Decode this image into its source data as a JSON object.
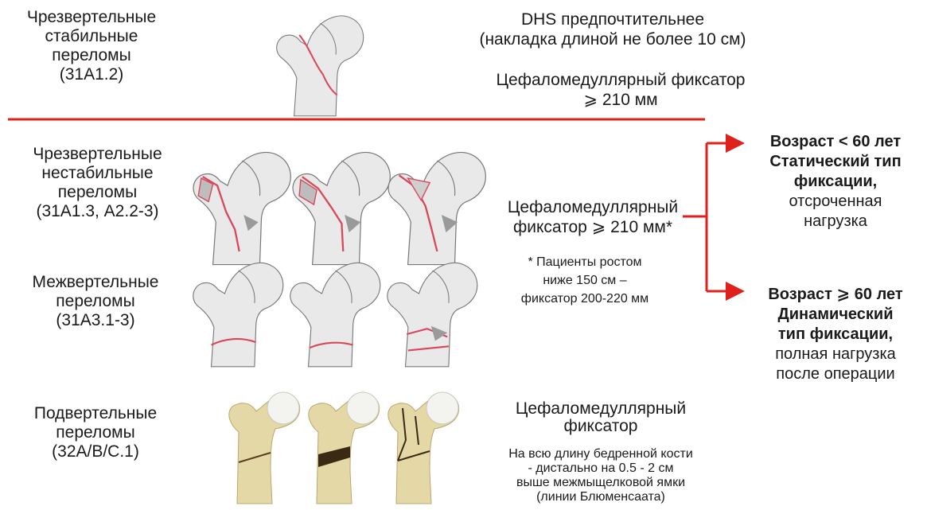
{
  "rows": {
    "stable": {
      "label": [
        "Чрезвертельные",
        "стабильные",
        "переломы",
        "(31А1.2)"
      ],
      "rec1": [
        "DHS предпочтительнее",
        "(накладка длиной не более 10 см)"
      ],
      "rec2": [
        "Цефаломедуллярный фиксатор",
        "⩾ 210 мм"
      ]
    },
    "unstable": {
      "label": [
        "Чрезвертельные",
        "нестабильные",
        "переломы",
        "(31А1.3, А2.2-3)"
      ]
    },
    "intertrochanteric": {
      "label": [
        "Межвертельные",
        "переломы",
        "(31А3.1-3)"
      ]
    },
    "middle_rec": {
      "main": [
        "Цефаломедуллярный",
        "фиксатор ⩾ 210 мм*"
      ],
      "note": [
        "* Пациенты ростом",
        "ниже 150 см –",
        "фиксатор 200-220 мм"
      ]
    },
    "subtrochanteric": {
      "label": [
        "Подвертельные",
        "переломы",
        "(32А/В/С.1)"
      ],
      "rec_title": [
        "Цефаломедуллярный",
        "фиксатор"
      ],
      "rec_note": [
        "На всю длину бедренной кости",
        "- дистально на 0.5 - 2 см",
        "выше межмыщелковой ямки",
        "(линии Блюменсаата)"
      ]
    }
  },
  "outcomes": {
    "under60": {
      "bold": [
        "Возраст < 60 лет",
        "Статический тип",
        "фиксации,"
      ],
      "normal": [
        "отсроченная",
        "нагрузка"
      ]
    },
    "over60": {
      "bold": [
        "Возраст ⩾ 60 лет",
        "Динамический",
        "тип фиксации,"
      ],
      "normal": [
        "полная нагрузка",
        "после операции"
      ]
    }
  },
  "colors": {
    "accent": "#e0201b",
    "bone_fill": "#e9e9e9",
    "bone_stroke": "#777777",
    "fracture": "#d9475a",
    "realistic_bone": "#e4d8a6",
    "text": "#1a1a1a"
  }
}
